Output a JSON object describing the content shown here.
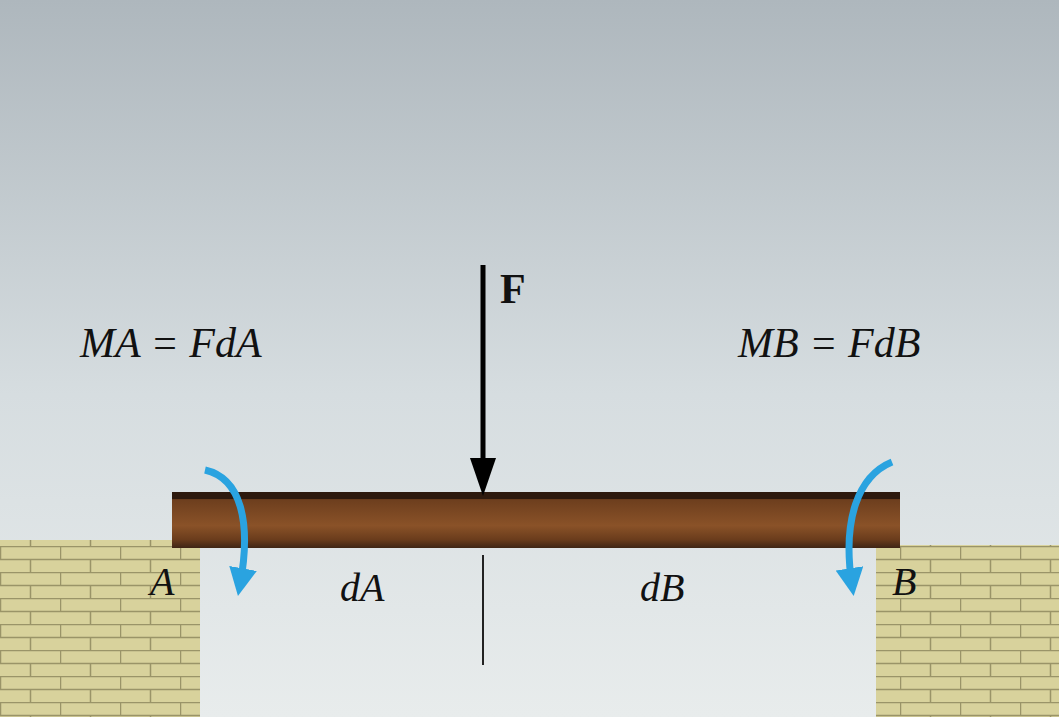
{
  "diagram": {
    "labels": [
      "F",
      "MA = FdA",
      "MB = FdB",
      "A",
      "B",
      "dA",
      "dB"
    ]
  }
}
